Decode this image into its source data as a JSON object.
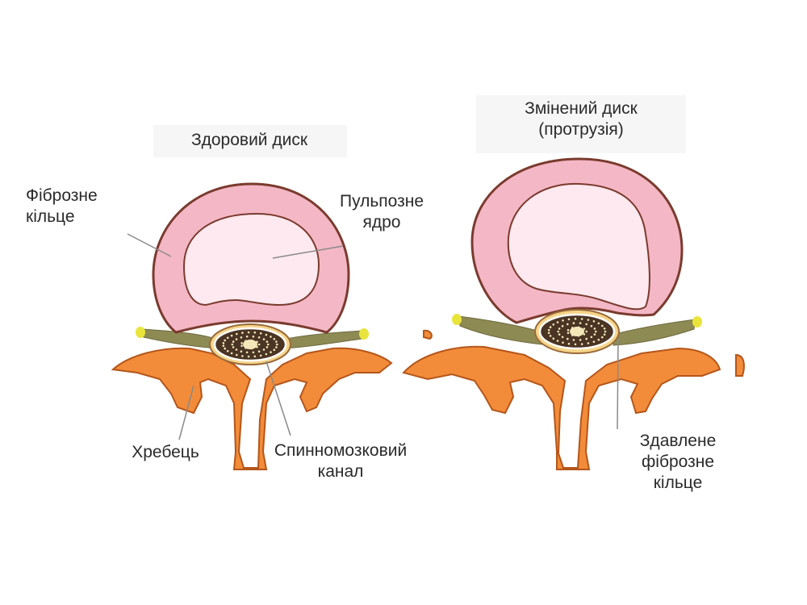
{
  "healthy": {
    "title": "Здоровий диск",
    "annulus_label": [
      "Фіброзне",
      "кільце"
    ],
    "nucleus_label": [
      "Пульпозне",
      "ядро"
    ],
    "vertebra_label": "Хребець",
    "canal_label": [
      "Спинномозковий",
      "канал"
    ]
  },
  "changed": {
    "title": [
      "Змінений диск",
      "(протрузія)"
    ],
    "compressed_label": [
      "Здавлене",
      "фіброзне",
      "кільце"
    ]
  },
  "colors": {
    "annulus": "#f4b7c6",
    "annulus_outline": "#7a3b2e",
    "nucleus": "#fde9ef",
    "nucleus_outline": "#7a3b2e",
    "vertebra": "#f28c3a",
    "vertebra_outline": "#b4561a",
    "nerve_root": "#8e8a54",
    "nerve_tip": "#e9e43b",
    "cord": "#4a3424",
    "cord_dots": "#f3e6b8",
    "pointer": "#8a8a8a"
  }
}
